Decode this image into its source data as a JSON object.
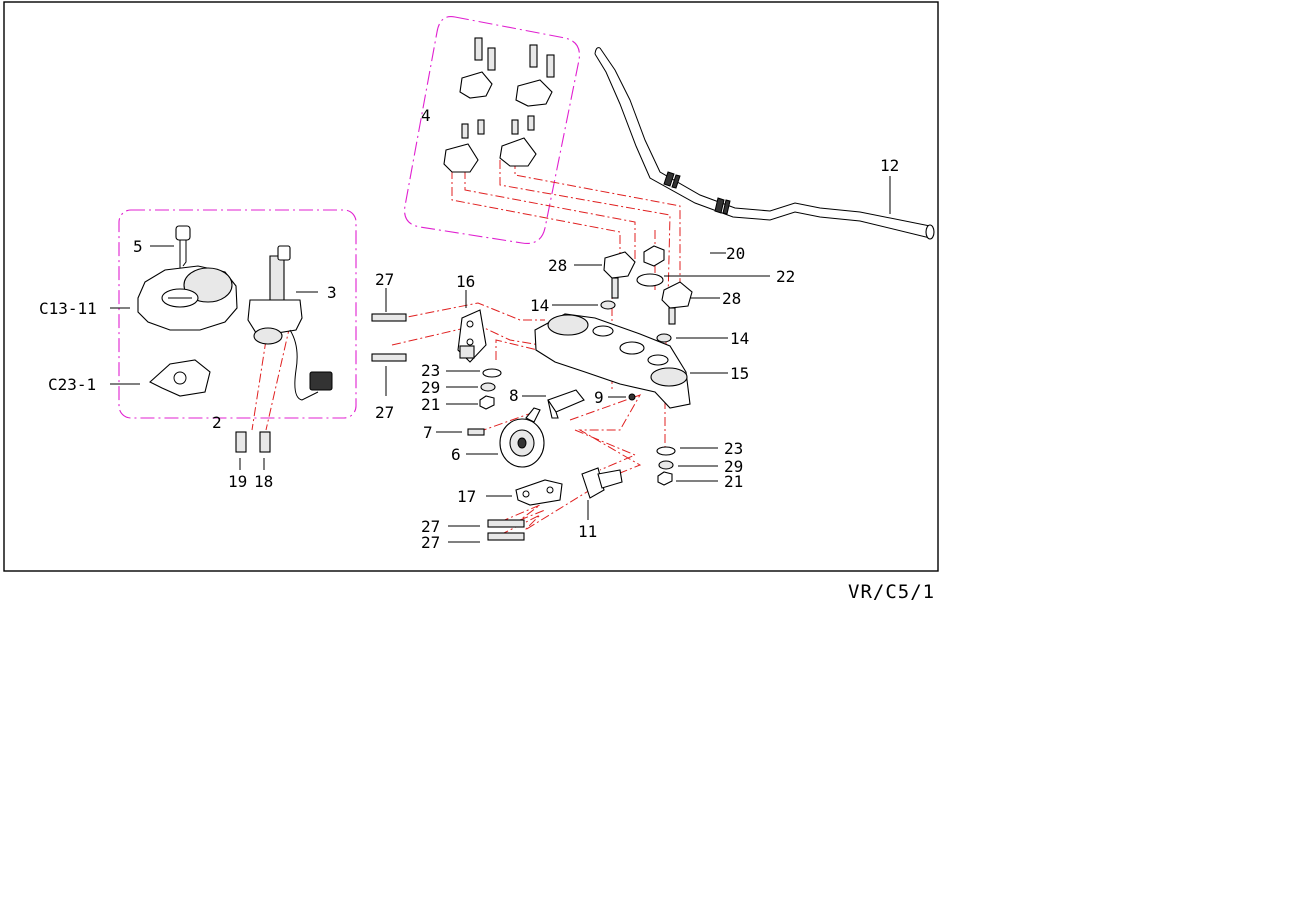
{
  "diagram": {
    "reference_code": "VR/C5/1",
    "callouts": {
      "c2": "2",
      "c3": "3",
      "c4": "4",
      "c5": "5",
      "c6": "6",
      "c7": "7",
      "c8": "8",
      "c9": "9",
      "c11": "11",
      "c12": "12",
      "c14a": "14",
      "c14b": "14",
      "c15": "15",
      "c16": "16",
      "c17": "17",
      "c18": "18",
      "c19": "19",
      "c20": "20",
      "c21a": "21",
      "c21b": "21",
      "c22": "22",
      "c23a": "23",
      "c23b": "23",
      "c27a": "27",
      "c27b": "27",
      "c27c": "27",
      "c27d": "27",
      "c28a": "28",
      "c28b": "28",
      "c29a": "29",
      "c29b": "29",
      "cC13": "C13-11",
      "cC23": "C23-1"
    },
    "colors": {
      "group_box": "#e020d0",
      "assembly_line": "#e02020",
      "line_art": "#000000"
    }
  }
}
